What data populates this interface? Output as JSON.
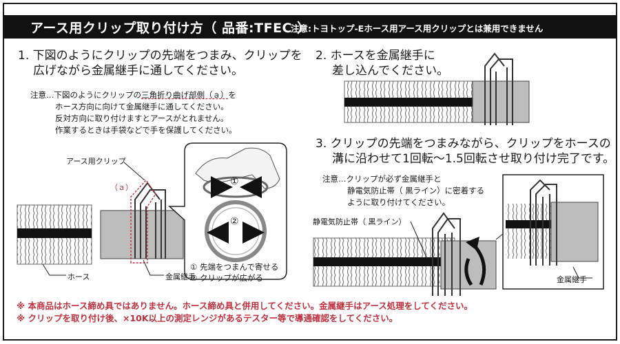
{
  "title": {
    "main": "アース用クリップ取り付け方（ 品番:TFEC ）",
    "note": "注意:トヨトップ-Eホース用アース用クリップとは兼用できません"
  },
  "step1": {
    "line1": "1. 下図のようにクリップの先端をつまみ、クリップを",
    "line2": "広げながら金属継手に通してください。",
    "note": {
      "prefix": "注意…下図のようにクリップの",
      "underlined": "三角折り曲げ部側（ａ）",
      "suffix": "を",
      "line2": "ホース方向に向けて金属継手に通してください。",
      "line3": "反対方向に取り付けますとアースがとれません。",
      "line4": "作業するときは手袋などで手を保護してください。"
    },
    "labels": {
      "clip": "アース用クリップ",
      "a_mark": "（ａ）",
      "hose": "ホース",
      "fitting": "金属継手",
      "num1": "①",
      "num2": "②"
    },
    "legend": {
      "item1": "① 先端をつまんで寄せる",
      "item2": "② クリップが広がる"
    }
  },
  "step2": {
    "line1": "2. ホースを金属継手に",
    "line2": "差し込んでください。"
  },
  "step3": {
    "line1": "3. クリップの先端をつまみながら、クリップをホースの",
    "line2": "溝に沿わせて1回転～1.5回転させ取り付け完了です。",
    "note": {
      "line1": "注意…クリップが必ず金属継手と",
      "line2": "静電気防止帯（ 黒ライン）に密着する",
      "line3": "ように取り付けてください。"
    },
    "labels": {
      "band": "静電気防止帯（ 黒ライン）",
      "fitting": "金属継手"
    }
  },
  "footer": {
    "line1": "※ 本商品はホース締め具ではありません。ホース締め具と併用してください。金属継手はアース処理をしてください。",
    "line2": "※ クリップを取り付け後、×10K以上の測定レンジがあるテスター等で導通確認をしてください。"
  },
  "colors": {
    "accent_red": "#c0303d",
    "fitting_gray": "#bdbdbd",
    "black": "#111111"
  }
}
